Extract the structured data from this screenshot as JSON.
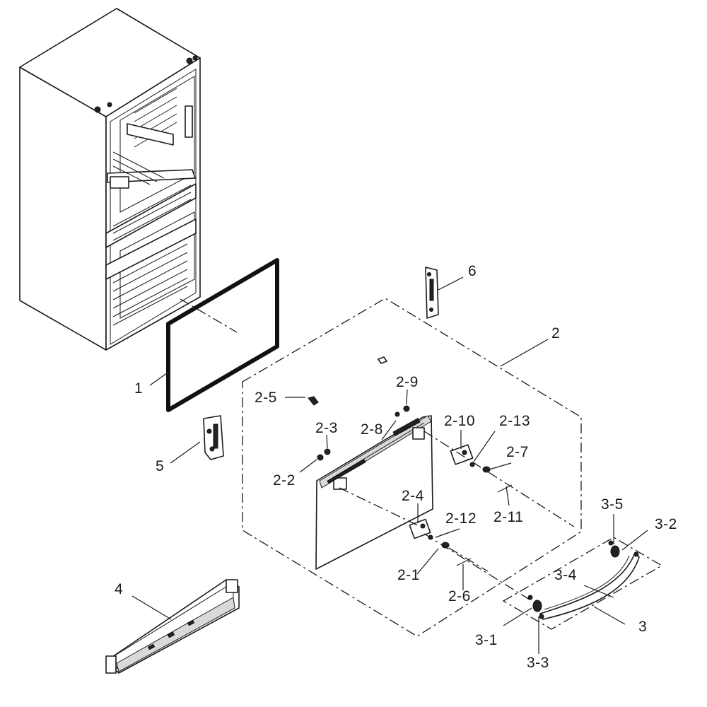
{
  "callouts": {
    "c1": "1",
    "c2": "2",
    "c3": "3",
    "c4": "4",
    "c5": "5",
    "c6": "6",
    "c2_1": "2-1",
    "c2_2": "2-2",
    "c2_3": "2-3",
    "c2_4": "2-4",
    "c2_5": "2-5",
    "c2_6": "2-6",
    "c2_7": "2-7",
    "c2_8": "2-8",
    "c2_9": "2-9",
    "c2_10": "2-10",
    "c2_11": "2-11",
    "c2_12": "2-12",
    "c2_13": "2-13",
    "c3_1": "3-1",
    "c3_2": "3-2",
    "c3_3": "3-3",
    "c3_4": "3-4",
    "c3_5": "3-5"
  }
}
